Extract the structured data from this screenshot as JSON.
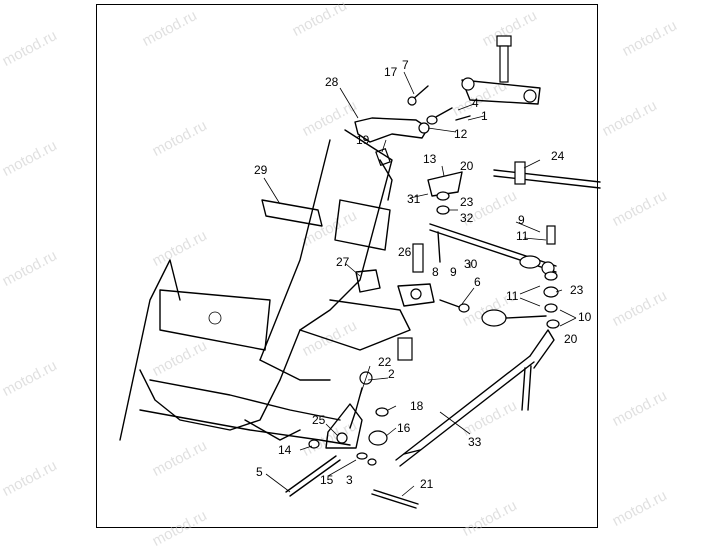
{
  "watermark": "motod.ru",
  "callouts": [
    {
      "id": "c7",
      "text": "7"
    },
    {
      "id": "c17",
      "text": "17"
    },
    {
      "id": "c28",
      "text": "28"
    },
    {
      "id": "c4",
      "text": "4"
    },
    {
      "id": "c1",
      "text": "1"
    },
    {
      "id": "c12",
      "text": "12"
    },
    {
      "id": "c19",
      "text": "19"
    },
    {
      "id": "c13",
      "text": "13"
    },
    {
      "id": "c20a",
      "text": "20"
    },
    {
      "id": "c24",
      "text": "24"
    },
    {
      "id": "c29",
      "text": "29"
    },
    {
      "id": "c31",
      "text": "31"
    },
    {
      "id": "c23a",
      "text": "23"
    },
    {
      "id": "c32",
      "text": "32"
    },
    {
      "id": "c9a",
      "text": "9"
    },
    {
      "id": "c11a",
      "text": "11"
    },
    {
      "id": "c26",
      "text": "26"
    },
    {
      "id": "c8",
      "text": "8"
    },
    {
      "id": "c9b",
      "text": "9"
    },
    {
      "id": "c30",
      "text": "30"
    },
    {
      "id": "c27",
      "text": "27"
    },
    {
      "id": "c6",
      "text": "6"
    },
    {
      "id": "c11b",
      "text": "11"
    },
    {
      "id": "c23b",
      "text": "23"
    },
    {
      "id": "c10",
      "text": "10"
    },
    {
      "id": "c20b",
      "text": "20"
    },
    {
      "id": "c22",
      "text": "22"
    },
    {
      "id": "c2",
      "text": "2"
    },
    {
      "id": "c18",
      "text": "18"
    },
    {
      "id": "c25",
      "text": "25"
    },
    {
      "id": "c16",
      "text": "16"
    },
    {
      "id": "c33",
      "text": "33"
    },
    {
      "id": "c14",
      "text": "14"
    },
    {
      "id": "c5",
      "text": "5"
    },
    {
      "id": "c15",
      "text": "15"
    },
    {
      "id": "c3",
      "text": "3"
    },
    {
      "id": "c21",
      "text": "21"
    }
  ]
}
